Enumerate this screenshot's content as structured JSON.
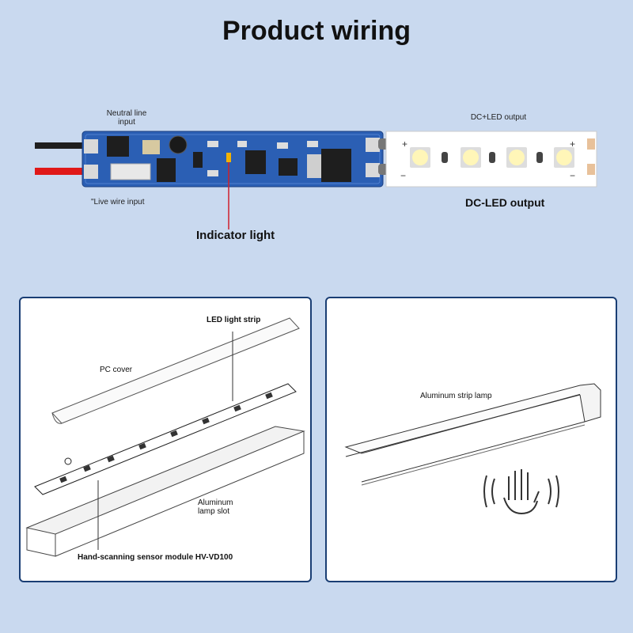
{
  "title": "Product wiring",
  "wiring": {
    "neutral_line_input": "Neutral line\ninput",
    "live_wire_input": "\"Live wire input",
    "dc_led_output_small": "DC+LED output",
    "dc_led_output": "DC-LED output",
    "indicator_light": "Indicator light",
    "plus_sign": "+",
    "minus_sign": "−"
  },
  "left_panel": {
    "led_light_strip": "LED light strip",
    "pc_cover": "PC cover",
    "aluminum_lamp_slot": "Aluminum\nlamp slot",
    "sensor_module": "Hand-scanning sensor module HV-VD100"
  },
  "right_panel": {
    "aluminum_strip_lamp": "Aluminum strip lamp",
    "hand_icon": "hand-wave-icon"
  },
  "colors": {
    "background": "#c9d9ef",
    "panel_border": "#1a3e74",
    "pcb_blue": "#2b5fb4",
    "indicator_line": "#d0202a",
    "live_wire": "#e01818",
    "neutral_wire": "#222222"
  }
}
